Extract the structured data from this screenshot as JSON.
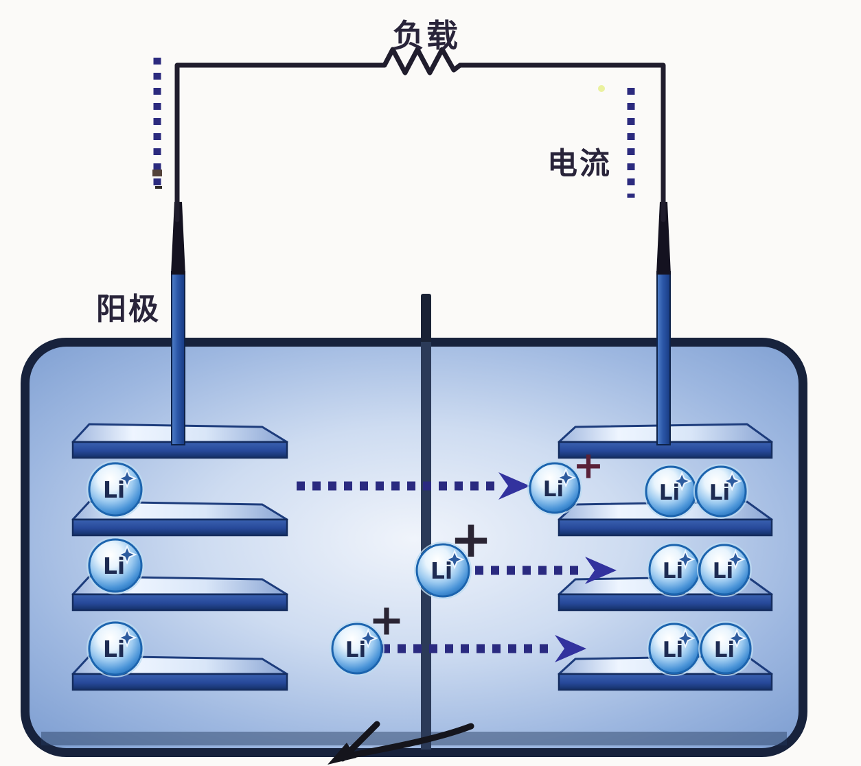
{
  "diagram": {
    "labels": {
      "load": "负载",
      "current": "电流",
      "anode": "阳极"
    },
    "ion_label": "Li",
    "plus_sign": "+",
    "colors": {
      "background": "#fbfaf8",
      "wire": "#201d2d",
      "label_text": "#29243a",
      "current_dot": "#2b2a7e",
      "migration_dot": "#2a2a80",
      "arrowhead": "#32329e",
      "cell_border": "#17223c",
      "cell_fill_center": "#eff4fb",
      "cell_fill_edge": "#7b9cd0",
      "separator": "#2b3a58",
      "plate_face": "#2b4f9e",
      "plate_outline": "#1d3c7c",
      "rod_blue": "#2c57a8",
      "rod_tip_dark": "#141220",
      "ion_rim": "#1b64ae",
      "ion_text": "#1d2b52",
      "plus_dark": "#2a2433",
      "plus_maroon": "#5a2138",
      "annotation": "#15151c"
    },
    "structure": {
      "left_plate_count": 4,
      "right_plate_count": 4,
      "left_intercalated_ions": 3,
      "right_intercalated_ion_pairs": 3,
      "migrating_ions": 3,
      "ion_flow_direction": "left-to-right"
    }
  }
}
